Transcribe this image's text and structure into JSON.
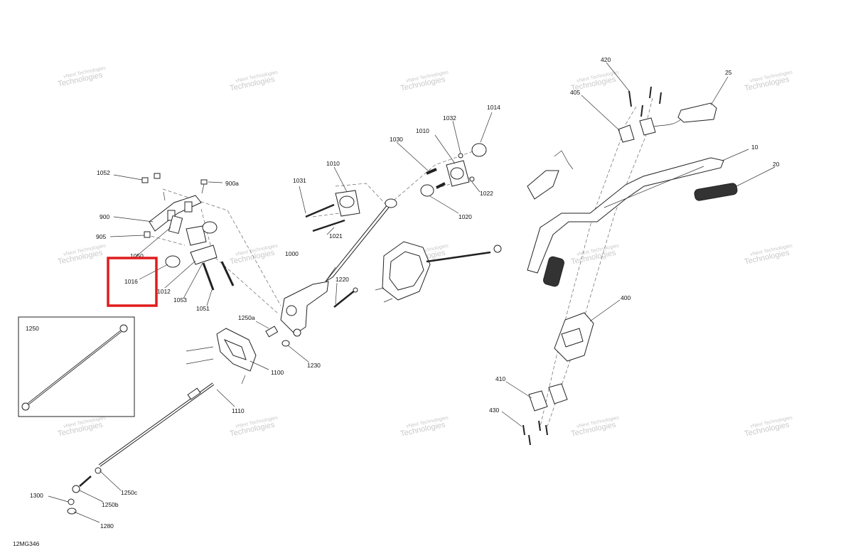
{
  "diagram_id": "12MG346",
  "watermark": {
    "line1": "vNext Technologies",
    "line2": "Technologies"
  },
  "labels": {
    "p1052": "1052",
    "p900a": "900a",
    "p900": "900",
    "p905": "905",
    "p1050": "1050",
    "p1016": "1016",
    "p1012": "1012",
    "p1053": "1053",
    "p1051": "1051",
    "p1010": "1010",
    "p1031": "1031",
    "p1021": "1021",
    "p1030": "1030",
    "p1010b": "1010",
    "p1032": "1032",
    "p1014": "1014",
    "p1022": "1022",
    "p1020": "1020",
    "p1000": "1000",
    "p1220": "1220",
    "p1250a": "1250a",
    "p1230": "1230",
    "p1100": "1100",
    "p1110": "1110",
    "p1250": "1250",
    "p1300": "1300",
    "p1250b": "1250b",
    "p1250c": "1250c",
    "p1280": "1280",
    "p420": "420",
    "p405": "405",
    "p25": "25",
    "p10": "10",
    "p20": "20",
    "p400": "400",
    "p410": "410",
    "p430": "430"
  },
  "highlight_color": "#e01b1b"
}
